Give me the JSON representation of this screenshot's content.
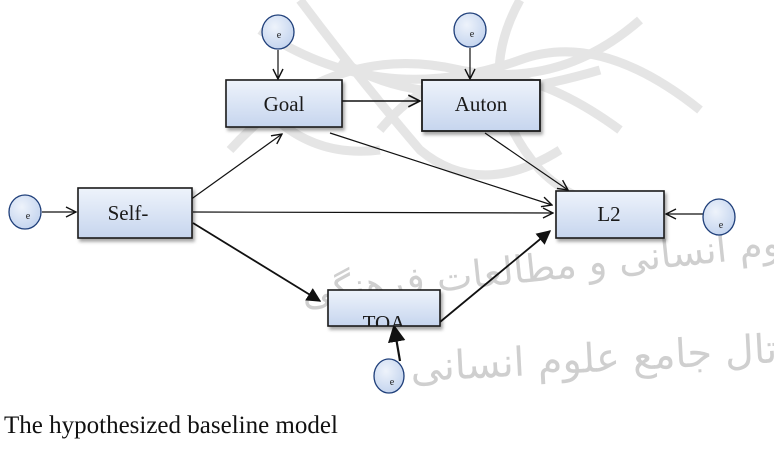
{
  "caption": "The hypothesized baseline model",
  "watermark": {
    "line1": "پژوهشگاه علوم انسانی و مطالعات فرهنگی",
    "line2": "پرتال جامع علوم انسانی"
  },
  "colors": {
    "box_fill_top": "#eef3fb",
    "box_fill_bottom": "#c6d5ee",
    "box_border": "#1a1a1a",
    "error_fill": "#d7e2f3",
    "error_border": "#1f3f7a",
    "arrow": "#111111",
    "watermark": "#cfcfcf"
  },
  "nodes": {
    "goal": "Goal",
    "auton": "Auton",
    "self": "Self-",
    "l2": "L2",
    "toa": "TOA"
  },
  "errors": {
    "label": "e"
  },
  "paths": [
    {
      "from": "goal",
      "to": "auton"
    },
    {
      "from": "self",
      "to": "goal"
    },
    {
      "from": "self",
      "to": "l2"
    },
    {
      "from": "self",
      "to": "toa"
    },
    {
      "from": "goal",
      "to": "l2"
    },
    {
      "from": "auton",
      "to": "l2"
    },
    {
      "from": "toa",
      "to": "l2"
    }
  ]
}
